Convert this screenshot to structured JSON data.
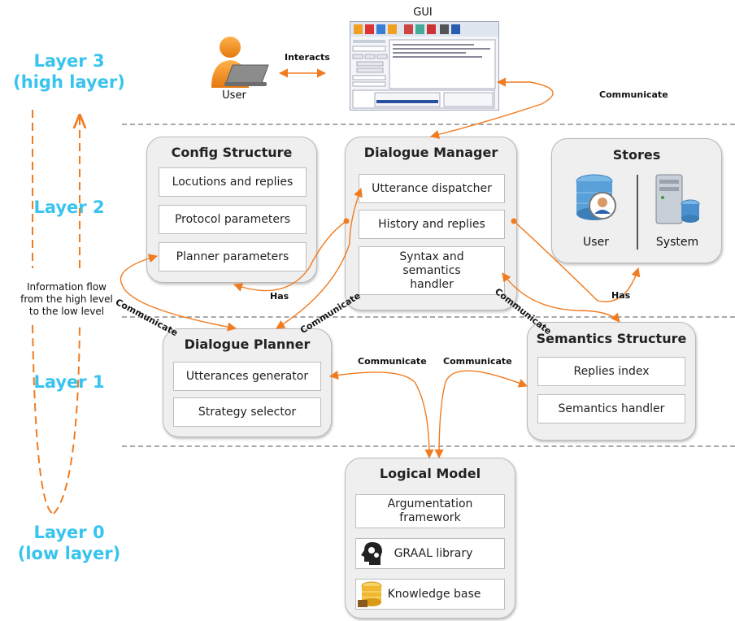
{
  "layers": {
    "layer3": "Layer 3\n(high layer)",
    "layer2": "Layer 2",
    "layer1": "Layer 1",
    "layer0": "Layer 0\n(low layer)"
  },
  "info_flow": "Information flow\nfrom the high level\nto the low level",
  "top": {
    "gui_label": "GUI",
    "user_label": "User",
    "interacts_label": "Interacts"
  },
  "config_structure": {
    "title": "Config Structure",
    "items": [
      "Locutions and replies",
      "Protocol parameters",
      "Planner parameters"
    ]
  },
  "dialogue_manager": {
    "title": "Dialogue Manager",
    "items": [
      "Utterance dispatcher",
      "History and replies",
      "Syntax and\nsemantics\nhandler"
    ]
  },
  "stores": {
    "title": "Stores",
    "user_label": "User",
    "system_label": "System"
  },
  "dialogue_planner": {
    "title": "Dialogue Planner",
    "items": [
      "Utterances generator",
      "Strategy selector"
    ]
  },
  "semantics_structure": {
    "title": "Semantics Structure",
    "items": [
      "Replies index",
      "Semantics handler"
    ]
  },
  "logical_model": {
    "title": "Logical Model",
    "items": [
      "Argumentation\nframework",
      "GRAAL library",
      "Knowledge base"
    ]
  },
  "arrow_labels": {
    "communicate_gui": "Communicate",
    "has_config": "Has",
    "has_stores": "Has",
    "communicate_left": "Communicate",
    "communicate_mid": "Communicate",
    "communicate_right": "Communicate",
    "communicate_planner_logic": "Communicate",
    "communicate_semantics_logic": "Communicate"
  },
  "colors": {
    "accent_orange": "#f07c22",
    "layer_blue": "#38c4ee",
    "group_bg": "#efefef"
  }
}
